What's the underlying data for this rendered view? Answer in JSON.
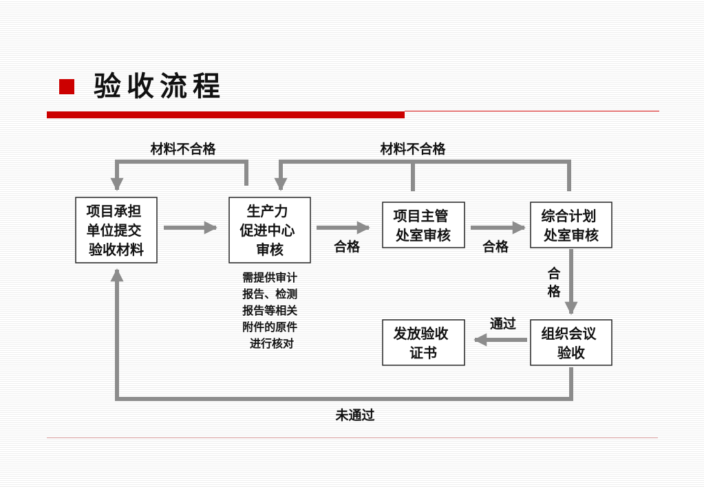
{
  "slide": {
    "title": "验收流程",
    "accent_color": "#cc0000"
  },
  "diagram": {
    "line_color": "#8c8c8c",
    "nodes": {
      "submit": {
        "lines": [
          "项目承担",
          "单位提交",
          "验收材料"
        ]
      },
      "center_review": {
        "lines": [
          "生产力",
          "促进中心",
          "审核"
        ]
      },
      "dept_review": {
        "lines": [
          "项目主管",
          "处室审核"
        ]
      },
      "plan_review": {
        "lines": [
          "综合计划",
          "处室审核"
        ]
      },
      "meeting": {
        "lines": [
          "组织会议",
          "验收"
        ]
      },
      "certificate": {
        "lines": [
          "发放验收",
          "证书"
        ]
      }
    },
    "note": {
      "lines": [
        "需提供审计",
        "报告、检测",
        "报告等相关",
        "附件的原件",
        "进行核对"
      ]
    },
    "edge_labels": {
      "reject_1": "材料不合格",
      "reject_2": "材料不合格",
      "pass_1": "合格",
      "pass_2": "合格",
      "pass_3_top": "合",
      "pass_3_bottom": "格",
      "approved": "通过",
      "not_approved": "未通过"
    }
  }
}
